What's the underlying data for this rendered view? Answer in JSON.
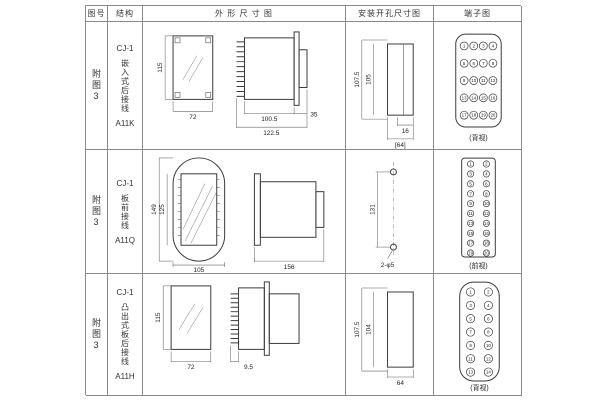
{
  "header": {
    "figure": "图号",
    "structure": "结构",
    "outline": "外 形 尺 寸 图",
    "mounting": "安装开孔尺寸图",
    "terminal": "端子图"
  },
  "rows": [
    {
      "figure": "附图3",
      "model": "CJ-1",
      "desc": "嵌入式后接线",
      "code": "A11K",
      "outline": {
        "height": "115",
        "width": "72",
        "depth_body": "100.5",
        "flange": "35",
        "depth_total": "122.5"
      },
      "mounting": {
        "v_outer": "107.5",
        "v_inner": "105",
        "h_small": "16",
        "h_total": "[64]"
      },
      "terminal": {
        "caption": "(背视)",
        "numbers": [
          1,
          2,
          3,
          4,
          5,
          6,
          7,
          8,
          9,
          10,
          11,
          12,
          13,
          14,
          15,
          16,
          17,
          18,
          19,
          20
        ]
      }
    },
    {
      "figure": "附图3",
      "model": "CJ-1",
      "desc": "板前接线",
      "code": "A11Q",
      "outline": {
        "height_outer": "149",
        "height_inner": "125",
        "width": "105",
        "depth": "156"
      },
      "mounting": {
        "v": "131",
        "holes": "2-φ5"
      },
      "terminal": {
        "caption": "(前视)",
        "numbers": [
          1,
          2,
          3,
          4,
          5,
          6,
          7,
          8,
          9,
          10,
          11,
          12,
          13,
          14,
          15,
          16,
          17,
          18,
          19,
          20
        ]
      }
    },
    {
      "figure": "附图3",
      "model": "CJ-1",
      "desc": "凸出式板后接线",
      "code": "A11H",
      "outline": {
        "height": "115",
        "width": "72",
        "pin_depth": "9.5"
      },
      "mounting": {
        "v_outer": "107.5",
        "v_inner": "104",
        "h_total": "64"
      },
      "terminal": {
        "caption": "(背视)",
        "numbers": [
          1,
          2,
          3,
          4,
          5,
          6,
          7,
          8,
          9,
          10,
          11,
          12,
          13,
          14
        ]
      }
    }
  ]
}
